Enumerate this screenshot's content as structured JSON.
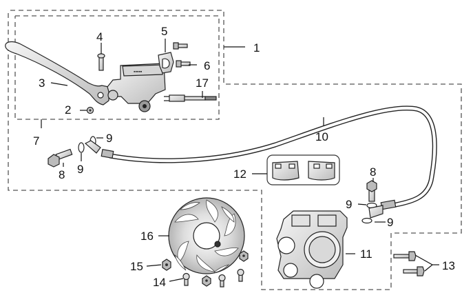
{
  "diagram": {
    "callouts": [
      {
        "id": "c1",
        "label": "1"
      },
      {
        "id": "c2",
        "label": "2"
      },
      {
        "id": "c3",
        "label": "3"
      },
      {
        "id": "c4",
        "label": "4"
      },
      {
        "id": "c5",
        "label": "5"
      },
      {
        "id": "c6",
        "label": "6"
      },
      {
        "id": "c7",
        "label": "7"
      },
      {
        "id": "c8a",
        "label": "8"
      },
      {
        "id": "c8b",
        "label": "8"
      },
      {
        "id": "c9a",
        "label": "9"
      },
      {
        "id": "c9b",
        "label": "9"
      },
      {
        "id": "c9c",
        "label": "9"
      },
      {
        "id": "c9d",
        "label": "9"
      },
      {
        "id": "c10",
        "label": "10"
      },
      {
        "id": "c11",
        "label": "11"
      },
      {
        "id": "c12",
        "label": "12"
      },
      {
        "id": "c13",
        "label": "13"
      },
      {
        "id": "c14",
        "label": "14"
      },
      {
        "id": "c15",
        "label": "15"
      },
      {
        "id": "c16",
        "label": "16"
      },
      {
        "id": "c17",
        "label": "17"
      }
    ],
    "colors": {
      "line": "#111111",
      "dashed_frame": "#555555",
      "part_fill_light": "#eeeeee",
      "part_fill_mid": "#cfcfcf",
      "part_fill_dark": "#9a9a9a"
    }
  }
}
